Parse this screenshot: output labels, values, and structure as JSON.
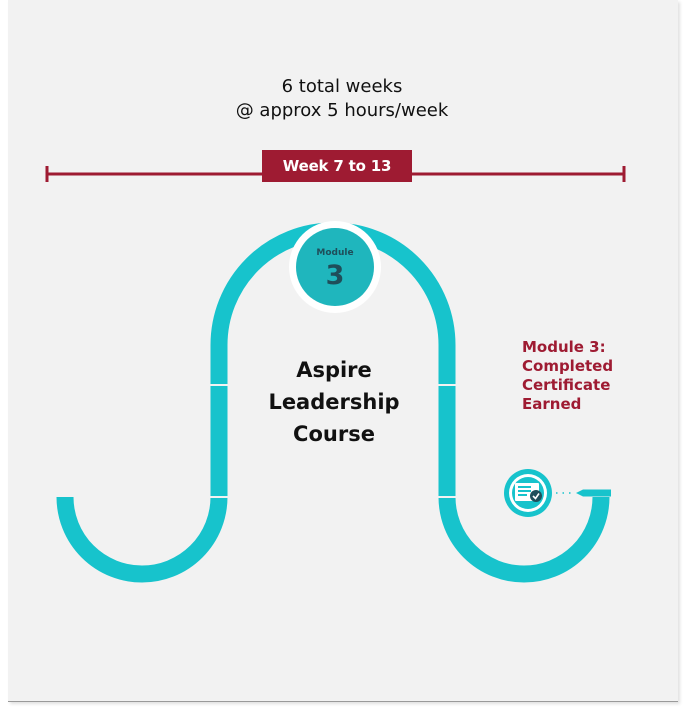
{
  "duration": {
    "line1": "6 total weeks",
    "line2": "@ approx 5 hours/week"
  },
  "timeline": {
    "range_label": "Week 7 to 13"
  },
  "module": {
    "word": "Module",
    "number": "3"
  },
  "course": {
    "line1": "Aspire",
    "line2": "Leadership",
    "line3": "Course"
  },
  "completion": {
    "line1": "Module 3:",
    "line2": "Completed",
    "line3": "Certificate",
    "line4": "Earned"
  },
  "icons": {
    "certificate": "certificate-icon",
    "pen": "pen-icon"
  },
  "colors": {
    "teal": "#17c3cc",
    "brand_red": "#9e1b32",
    "badge_text": "#1f4e5a",
    "badge_fill": "#1fb6bd"
  }
}
